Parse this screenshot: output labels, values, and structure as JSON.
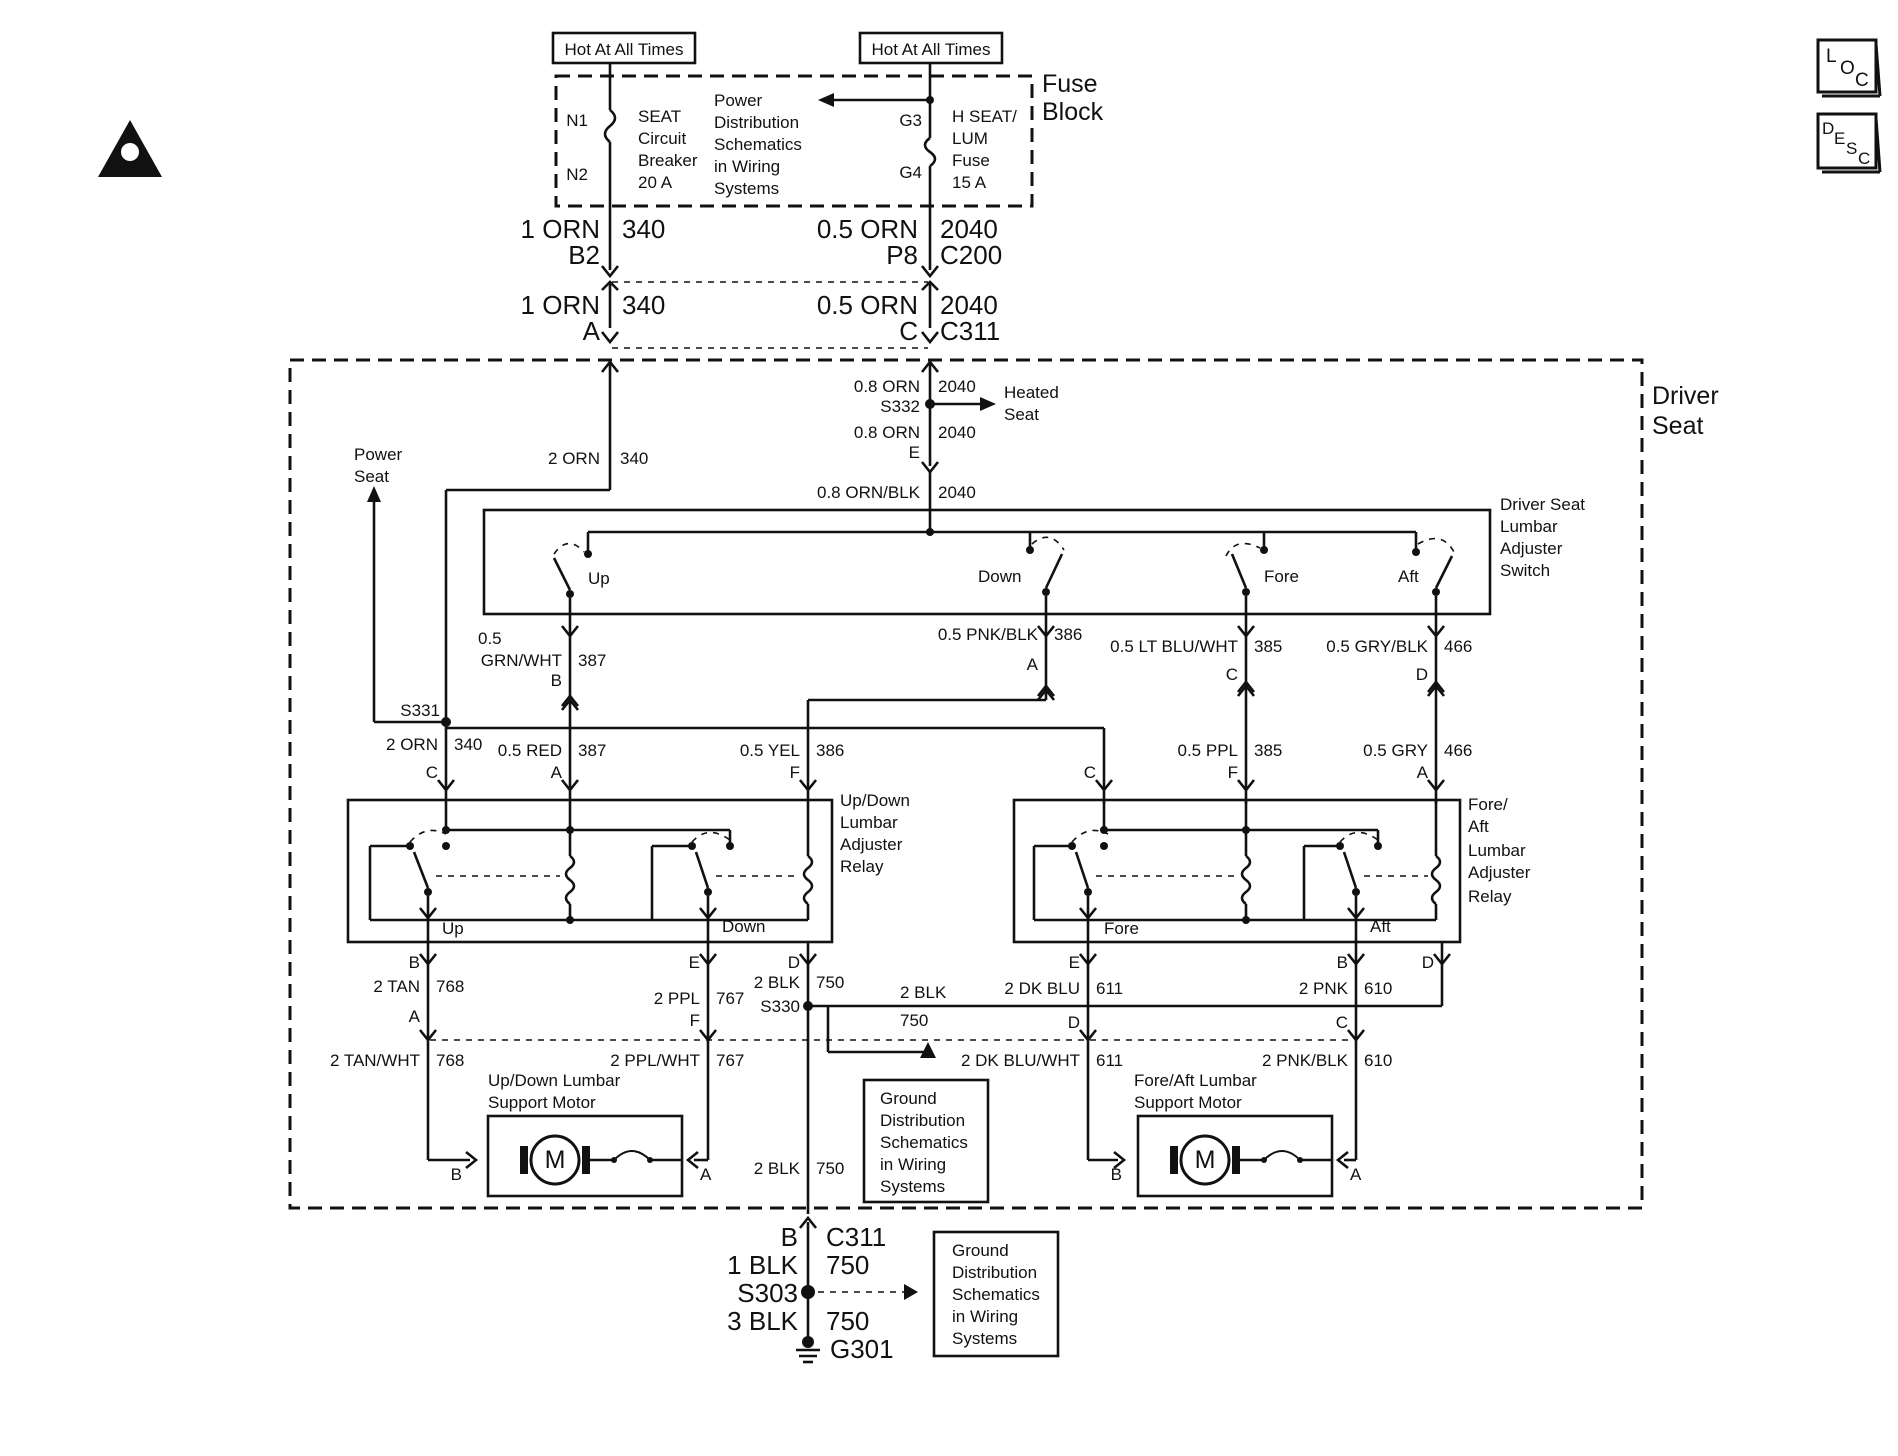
{
  "fuse_block": {
    "top_label_left": "Hot At All Times",
    "top_label_right": "Hot At All Times",
    "title_line1": "Fuse",
    "title_line2": "Block",
    "pin_n1": "N1",
    "pin_n2": "N2",
    "pin_g3": "G3",
    "pin_g4": "G4",
    "breaker": [
      "SEAT",
      "Circuit",
      "Breaker",
      "20 A"
    ],
    "power_ref": [
      "Power",
      "Distribution",
      "Schematics",
      "in Wiring",
      "Systems"
    ],
    "fuse": [
      "H SEAT/",
      "LUM",
      "Fuse",
      "15 A"
    ]
  },
  "wires_top": {
    "left_color_1": "1 ORN",
    "left_circuit_1": "340",
    "left_pin_1": "B2",
    "right_color_1": "0.5 ORN",
    "right_circuit_1": "2040",
    "right_pin_1": "P8",
    "connector_1": "C200",
    "left_color_2": "1 ORN",
    "left_circuit_2": "340",
    "left_pin_2": "A",
    "right_color_2": "0.5 ORN",
    "right_circuit_2": "2040",
    "right_pin_2": "C",
    "connector_2": "C311"
  },
  "driver_seat": {
    "title_line1": "Driver",
    "title_line2": "Seat",
    "splice_s332": "S332",
    "orn_a": "0.8 ORN",
    "orn_a_circuit": "2040",
    "orn_b": "0.8 ORN",
    "orn_b_circuit": "2040",
    "pin_e": "E",
    "heated_seat": [
      "Heated",
      "Seat"
    ],
    "orn_blk": "0.8 ORN/BLK",
    "orn_blk_circuit": "2040",
    "power_seat": [
      "Power",
      "Seat"
    ],
    "orn_2": "2 ORN",
    "orn_2_circuit": "340"
  },
  "lumbar_switch": {
    "name": [
      "Driver Seat",
      "Lumbar",
      "Adjuster",
      "Switch"
    ],
    "up": "Up",
    "down": "Down",
    "fore": "Fore",
    "aft": "Aft"
  },
  "switch_outputs": {
    "grn_size": "0.5",
    "grn": "GRN/WHT",
    "grn_circuit": "387",
    "grn_pin": "B",
    "pnk": "0.5 PNK/BLK",
    "pnk_circuit": "386",
    "pnk_pin": "A",
    "ltblu": "0.5 LT BLU/WHT",
    "ltblu_circuit": "385",
    "ltblu_pin": "C",
    "gry": "0.5 GRY/BLK",
    "gry_circuit": "466",
    "gry_pin": "D"
  },
  "relay_inputs": {
    "s331": "S331",
    "orn": "2 ORN",
    "orn_circuit": "340",
    "orn_pin": "C",
    "red": "0.5 RED",
    "red_circuit": "387",
    "red_pin": "A",
    "yel": "0.5 YEL",
    "yel_circuit": "386",
    "yel_pin": "F",
    "fa_c_pin": "C",
    "ppl": "0.5 PPL",
    "ppl_circuit": "385",
    "ppl_pin": "F",
    "gry": "0.5 GRY",
    "gry_circuit": "466",
    "gry_pin": "A"
  },
  "updown_relay": {
    "name": [
      "Up/Down",
      "Lumbar",
      "Adjuster",
      "Relay"
    ],
    "up": "Up",
    "down": "Down"
  },
  "foreaft_relay": {
    "name": [
      "Fore/",
      "Aft",
      "Lumbar",
      "Adjuster",
      "Relay"
    ],
    "fore": "Fore",
    "aft": "Aft"
  },
  "relay_outputs": {
    "b_pin": "B",
    "tan": "2 TAN",
    "tan_circuit": "768",
    "tan_pin": "A",
    "e_pin": "E",
    "ppl": "2 PPL",
    "ppl_circuit": "767",
    "ppl_pin": "F",
    "d_pin": "D",
    "blk": "2 BLK",
    "blk_circuit": "750",
    "s330": "S330",
    "blk_mid": "2 BLK",
    "blk_mid_circuit": "750",
    "fa_e_pin": "E",
    "dkblu": "2 DK BLU",
    "dkblu_circuit": "611",
    "dkblu_pin": "D",
    "fa_b_pin": "B",
    "pnk": "2 PNK",
    "pnk_circuit": "610",
    "pnk_pin": "C",
    "fa_d_pin": "D"
  },
  "motors": {
    "tanwht": "2 TAN/WHT",
    "tanwht_circuit": "768",
    "pplwht": "2 PPL/WHT",
    "pplwht_circuit": "767",
    "ud_name": [
      "Up/Down Lumbar",
      "Support Motor"
    ],
    "ud_b": "B",
    "ud_a": "A",
    "dkbluwht": "2 DK BLU/WHT",
    "dkbluwht_circuit": "611",
    "pnkblk": "2 PNK/BLK",
    "pnkblk_circuit": "610",
    "fa_name": [
      "Fore/Aft Lumbar",
      "Support Motor"
    ],
    "fa_b": "B",
    "fa_a": "A",
    "motor_symbol": "M"
  },
  "ground": {
    "blk_inner": "2 BLK",
    "blk_inner_circuit": "750",
    "ref_inner": [
      "Ground",
      "Distribution",
      "Schematics",
      "in Wiring",
      "Systems"
    ],
    "pin_b": "B",
    "c311": "C311",
    "blk1": "1 BLK",
    "blk1_circuit": "750",
    "s303": "S303",
    "blk3": "3 BLK",
    "blk3_circuit": "750",
    "g301": "G301",
    "ref_outer": [
      "Ground",
      "Distribution",
      "Schematics",
      "in Wiring",
      "Systems"
    ]
  },
  "side_icons": {
    "loc": [
      "L",
      "O",
      "C"
    ],
    "desc": [
      "D",
      "E",
      "S",
      "C"
    ]
  }
}
